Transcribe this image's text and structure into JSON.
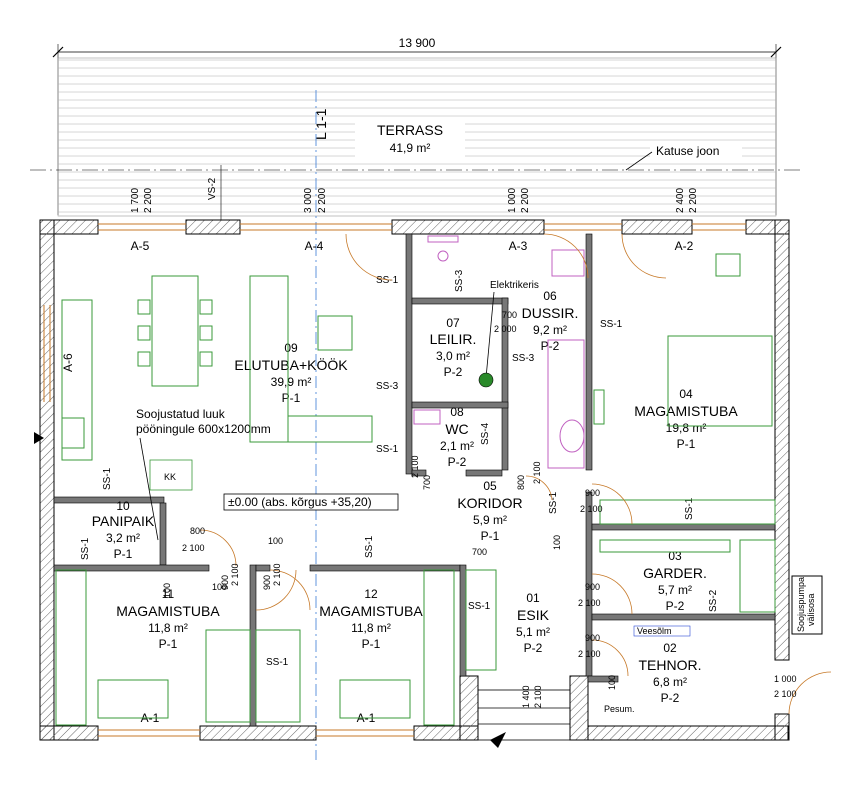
{
  "overall_dimension": "13 900",
  "terrace": {
    "name": "TERRASS",
    "area": "41,9 m²"
  },
  "roof_line_label": "Katuse joon",
  "section_marks": {
    "l1": "L 1-1",
    "vs2": "VS-2"
  },
  "upper_dims": {
    "d1": "1 700",
    "d2": "2 200",
    "d3": "3 000",
    "d4": "2 200",
    "d5": "1 000",
    "d6": "2 200",
    "d7": "2 400",
    "d8": "2 200"
  },
  "windows": {
    "a5": "A-5",
    "a4": "A-4",
    "a3": "A-3",
    "a2": "A-2",
    "a6": "A-6",
    "a1_left": "A-1",
    "a1_right": "A-1"
  },
  "rooms": [
    {
      "id": "09",
      "name": "ELUTUBA+KÖÖK",
      "area": "39,9 m²",
      "code": "P-1"
    },
    {
      "id": "07",
      "name": "LEILIR.",
      "area": "3,0 m²",
      "code": "P-2"
    },
    {
      "id": "06",
      "name": "DUSSIR.",
      "area": "9,2 m²",
      "code": "P-2"
    },
    {
      "id": "04",
      "name": "MAGAMISTUBA",
      "area": "19,8 m²",
      "code": "P-1"
    },
    {
      "id": "08",
      "name": "WC",
      "area": "2,1 m²",
      "code": "P-2"
    },
    {
      "id": "05",
      "name": "KORIDOR",
      "area": "5,9 m²",
      "code": "P-1"
    },
    {
      "id": "10",
      "name": "PANIPAIK",
      "area": "3,2 m²",
      "code": "P-1"
    },
    {
      "id": "03",
      "name": "GARDER.",
      "area": "5,7 m²",
      "code": "P-2"
    },
    {
      "id": "11",
      "name": "MAGAMISTUBA",
      "area": "11,8 m²",
      "code": "P-1"
    },
    {
      "id": "12",
      "name": "MAGAMISTUBA",
      "area": "11,8 m²",
      "code": "P-1"
    },
    {
      "id": "01",
      "name": "ESIK",
      "area": "5,1 m²",
      "code": "P-2"
    },
    {
      "id": "02",
      "name": "TEHNOR.",
      "area": "6,8 m²",
      "code": "P-2"
    }
  ],
  "wall_types": {
    "ss1": "SS-1",
    "ss2": "SS-2",
    "ss3": "SS-3",
    "ss4": "SS-4"
  },
  "notes": {
    "elektrikeris": "Elektrikeris",
    "luuk_line1": "Soojustatud luuk",
    "luuk_line2": "pööningule 600x1200mm",
    "zero_level": "±0.00 (abs. kõrgus +35,20)",
    "kk": "KK",
    "veesolm": "Veesõlm",
    "pesum": "Pesum.",
    "heatpump_line1": "Soojuspumpa",
    "heatpump_line2": "välisosa"
  },
  "door_dims": {
    "d700": "700",
    "d2000": "2 000",
    "d2100": "2 100",
    "d800": "800",
    "d900": "900",
    "d1000": "1 000",
    "d100": "100",
    "d1400": "1 400"
  }
}
